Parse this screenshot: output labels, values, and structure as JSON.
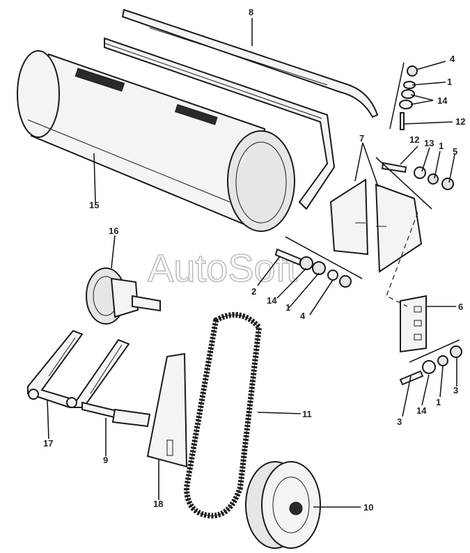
{
  "watermark": "AutoSoft",
  "callouts": {
    "c8": "8",
    "c4a": "4",
    "c1a": "1",
    "c14a": "14",
    "c12a": "12",
    "c12b": "12",
    "c13": "13",
    "c1b": "1",
    "c5": "5",
    "c7": "7",
    "c15": "15",
    "c16": "16",
    "c2": "2",
    "c14b": "14",
    "c1c": "1",
    "c4b": "4",
    "c6": "6",
    "c11": "11",
    "c3a": "3",
    "c14c": "14",
    "c1d": "1",
    "c3b": "3",
    "c17": "17",
    "c9": "9",
    "c18": "18",
    "c10": "10"
  }
}
